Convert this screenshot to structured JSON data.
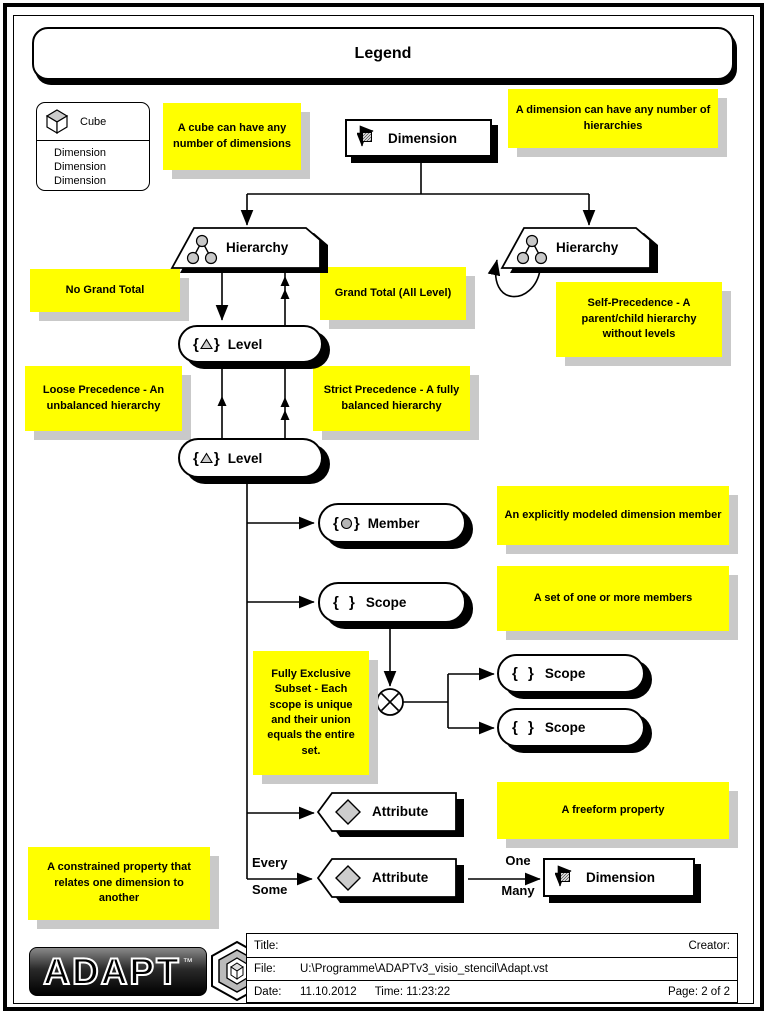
{
  "page": {
    "title": "Legend"
  },
  "colors": {
    "note_bg": "#FFFF00",
    "note_shadow": "#C9C9C9",
    "shape_shadow": "#000000",
    "icon_gray": "#C8C8C8"
  },
  "cube_box": {
    "title": "Cube",
    "items": [
      "Dimension",
      "Dimension",
      "Dimension"
    ]
  },
  "icons": {
    "open_brace": "{",
    "close_brace": "}",
    "scope_braces": "{ }"
  },
  "shapes": {
    "dimension_top": "Dimension",
    "hierarchy_left": "Hierarchy",
    "hierarchy_right": "Hierarchy",
    "level_upper": "Level",
    "level_lower": "Level",
    "member": "Member",
    "scope_main": "Scope",
    "scope_upper": "Scope",
    "scope_lower": "Scope",
    "attribute_freeform": "Attribute",
    "attribute_constrained": "Attribute",
    "dimension_related": "Dimension"
  },
  "notes": {
    "cube": "A cube can have any number of dimensions",
    "dimension": "A dimension can have any number of hierarchies",
    "no_grand_total": "No Grand Total",
    "grand_total": "Grand Total (All Level)",
    "self_precedence": "Self-Precedence - A parent/child hierarchy without levels",
    "loose_precedence": "Loose Precedence - An unbalanced hierarchy",
    "strict_precedence": "Strict Precedence - A fully balanced hierarchy",
    "member": "An explicitly modeled dimension member",
    "scope": "A set of one or more members",
    "subset": "Fully Exclusive Subset - Each scope is unique and their union equals the entire set.",
    "freeform": "A freeform property",
    "constrained": "A constrained property that relates one dimension to another"
  },
  "edge_labels": {
    "every": "Every",
    "some": "Some",
    "one": "One",
    "many": "Many"
  },
  "footer": {
    "logo": "ADAPT",
    "logo_tm": "™",
    "title_label": "Title:",
    "creator_label": "Creator:",
    "file_label": "File:",
    "file_value": "U:\\Programme\\ADAPTv3_visio_stencil\\Adapt.vst",
    "date_label": "Date:",
    "date_value": "11.10.2012",
    "time_value": "Time: 11:23:22",
    "page_value": "Page: 2 of 2"
  }
}
